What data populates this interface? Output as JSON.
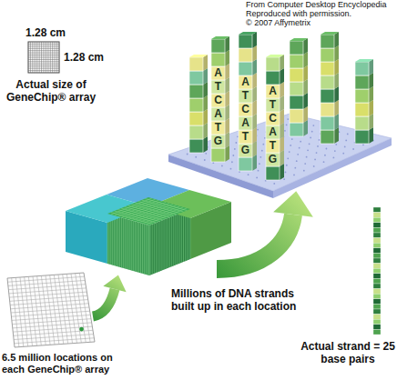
{
  "diagram": {
    "labels": [
      "From Computer Desktop Encyclopedia",
      "Reproduced with permission.",
      "© 2007 Affymetrix",
      "1.28 cm",
      "1.28 cm",
      "Actual size of GeneChip® array",
      "6.5 million locations on each GeneChip® array",
      "Millions of DNA strands built up in each location",
      "Actual strand = 25 base pairs",
      "ATCATG",
      "ATCATG",
      "ATCATG"
    ]
  }
}
